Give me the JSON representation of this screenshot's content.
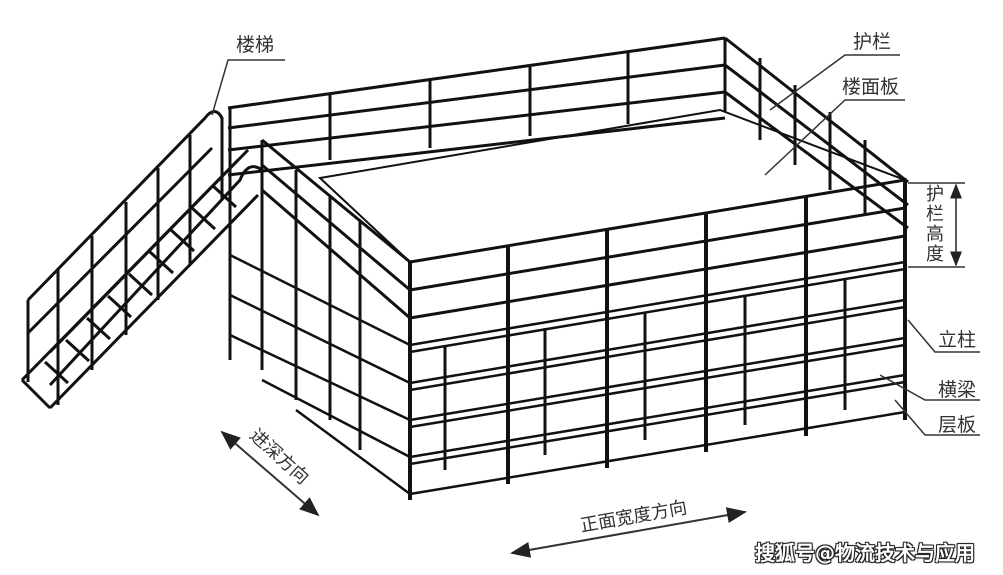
{
  "diagram": {
    "subject": "阁楼式货架 (mezzanine shelving with stairs)",
    "labels": {
      "stairs": "楼梯",
      "guardrail": "护栏",
      "floor_panel": "楼面板",
      "guardrail_height": "护栏高度",
      "upright": "立柱",
      "beam": "横梁",
      "shelf_panel": "层板",
      "depth_direction": "进深方向",
      "front_width_direction": "正面宽度方向"
    },
    "watermark": "搜狐号@物流技术与应用",
    "colors": {
      "line": "#111111",
      "leader": "#333333",
      "text": "#333333",
      "background": "#ffffff"
    }
  }
}
